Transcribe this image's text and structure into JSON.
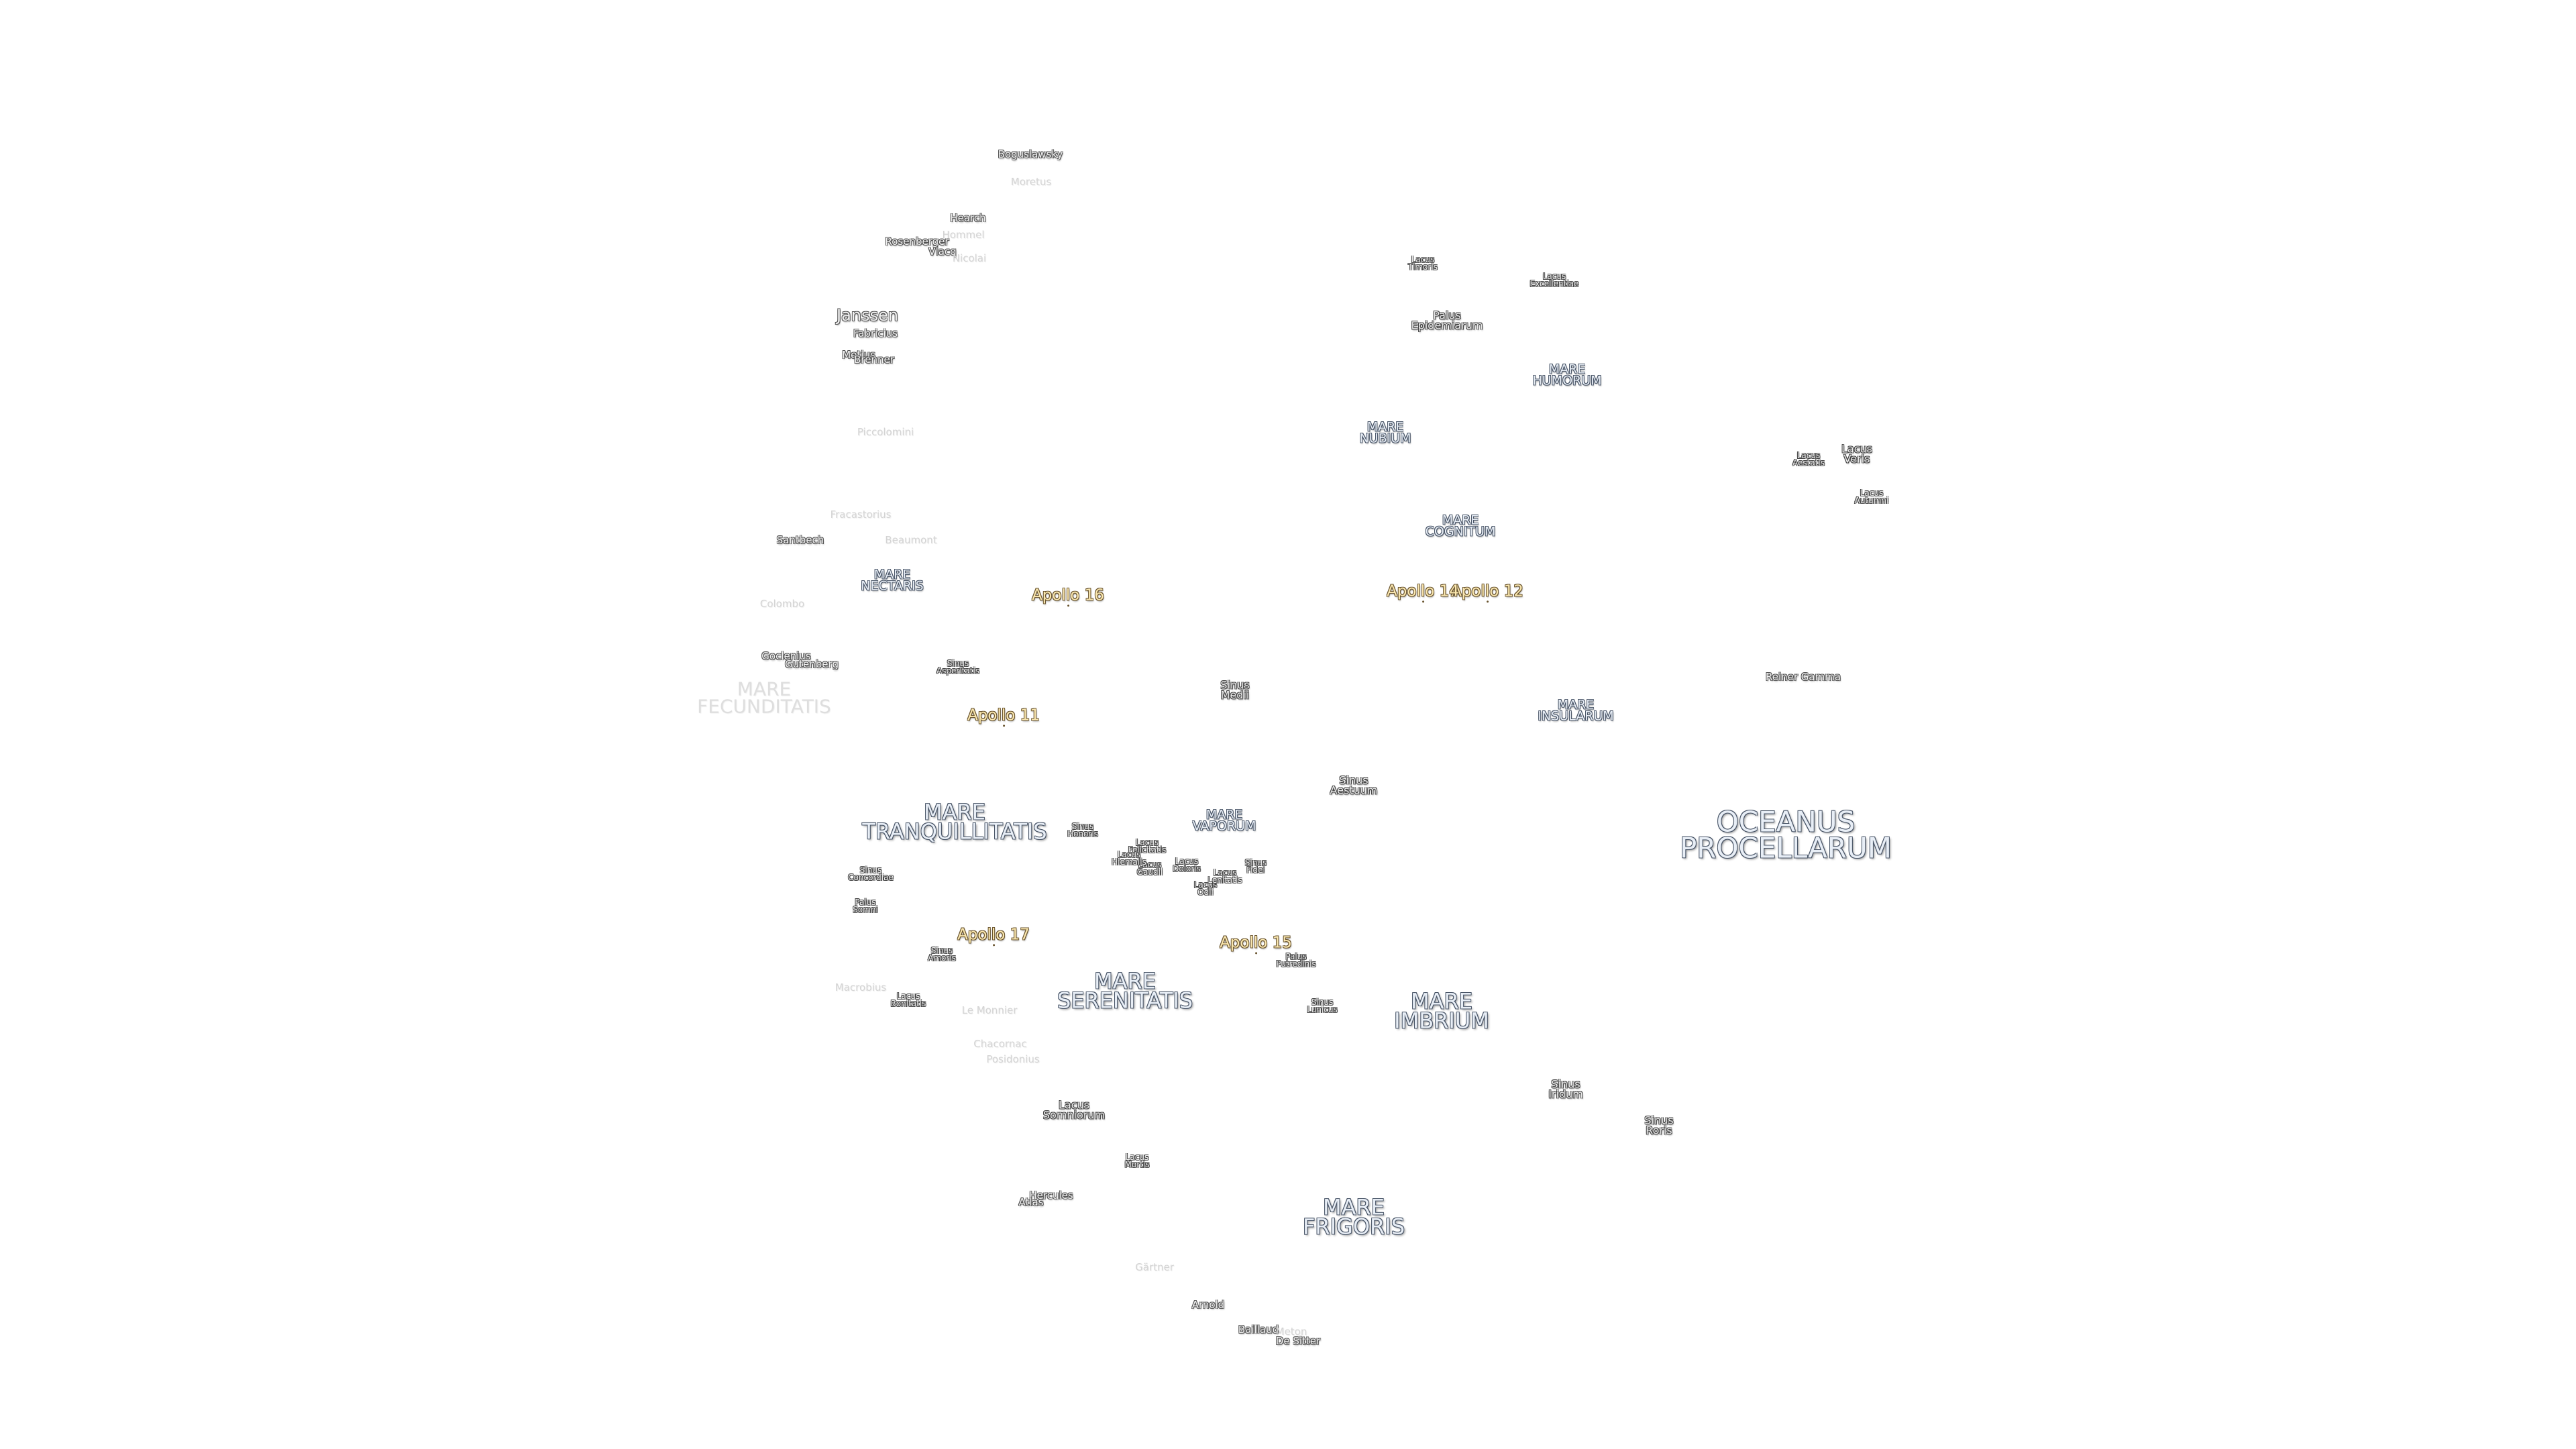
{
  "colors": {
    "background": "#ffffff",
    "mare_fill": "#e8eef6",
    "mare_outline": "#4a5668",
    "apollo_fill": "#fbe8b0",
    "apollo_outline": "#6a5530",
    "crater_fill": "#f2f2f2",
    "faint_label": "#d4d4d4"
  },
  "labels": {
    "oceanus_procellarum": "OCEANUS\nPROCELLARUM",
    "mare_tranquillitatis": "MARE\nTRANQUILLITATIS",
    "mare_serenitatis": "MARE\nSERENITATIS",
    "mare_imbrium": "MARE\nIMBRIUM",
    "mare_frigoris": "MARE\nFRIGORIS",
    "mare_nubium": "MARE\nNUBIUM",
    "mare_humorum": "MARE\nHUMORUM",
    "mare_cognitum": "MARE\nCOGNITUM",
    "mare_insularum": "MARE\nINSULARUM",
    "mare_nectaris": "MARE\nNECTARIS",
    "mare_vaporum": "MARE\nVAPORUM",
    "mare_fecunditatis": "MARE\nFECUNDITATIS",
    "lacus_somniorum": "Lacus\nSomniorum",
    "palus_epidemiarum": "Palus\nEpidemiarum",
    "lacus_timoris": "Lacus\nTimoris",
    "lacus_excellentiae": "Lacus\nExcellentiae",
    "lacus_veris": "Lacus\nVeris",
    "lacus_aestatis": "Lacus\nAestatis",
    "lacus_autumni": "Lacus\nAutumni",
    "sinus_medii": "Sinus\nMedii",
    "sinus_asperitatis": "Sinus\nAsperitatis",
    "sinus_aestuum": "Sinus\nAestuum",
    "sinus_honoris": "Sinus\nHonoris",
    "lacus_felicitatis": "Lacus\nFelicitatis",
    "lacus_doloris": "Lacus\nDoloris",
    "lacus_gaudii": "Lacus\nGaudii",
    "lacus_hiemalis": "Lacus\nHiemalis",
    "lacus_odii": "Lacus\nOdii",
    "lacus_lenitatis": "Lacus\nLenitatis",
    "sinus_fidei": "Sinus\nFidei",
    "sinus_concordiae": "Sinus\nConcordiae",
    "palus_somni": "Palus\nSomni",
    "sinus_amoris": "Sinus\nAmoris",
    "lacus_bonitatis": "Lacus\nBonitatis",
    "palus_putredinis": "Palus\nPutredinis",
    "sinus_lunicus": "Sinus\nLunicus",
    "lacus_mortis": "Lacus\nMortis",
    "sinus_iridum": "Sinus\nIridum",
    "sinus_roris": "Sinus\nRoris",
    "reiner_gamma": "Reiner Gamma",
    "apollo_11": "Apollo 11",
    "apollo_12": "Apollo 12",
    "apollo_14": "Apollo 14",
    "apollo_15": "Apollo 15",
    "apollo_16": "Apollo 16",
    "apollo_17": "Apollo 17",
    "boguslawsky": "Boguslawsky",
    "moretus": "Moretus",
    "hearch": "Hearch",
    "hommel": "Hommel",
    "rosenberger": "Rosenberger",
    "vlacq": "Vlacq",
    "nicolai": "Nicolai",
    "janssen": "Janssen",
    "fabricius": "Fabricius",
    "metius": "Metius",
    "brenner": "Brenner",
    "piccolomini": "Piccolomini",
    "fracastorius": "Fracastorius",
    "santbech": "Santbech",
    "beaumont": "Beaumont",
    "colombo": "Colombo",
    "goclenius": "Goclenius",
    "gutenberg": "Gutenberg",
    "macrobius": "Macrobius",
    "le_monnier": "Le Monnier",
    "chacornac": "Chacornac",
    "posidonius": "Posidonius",
    "hercules": "Hercules",
    "atlas": "Atlas",
    "gartner": "Gärtner",
    "arnold": "Arnold",
    "bailaud": "Baillaud",
    "de_sitter": "De Sitter",
    "meton": "Meton"
  }
}
